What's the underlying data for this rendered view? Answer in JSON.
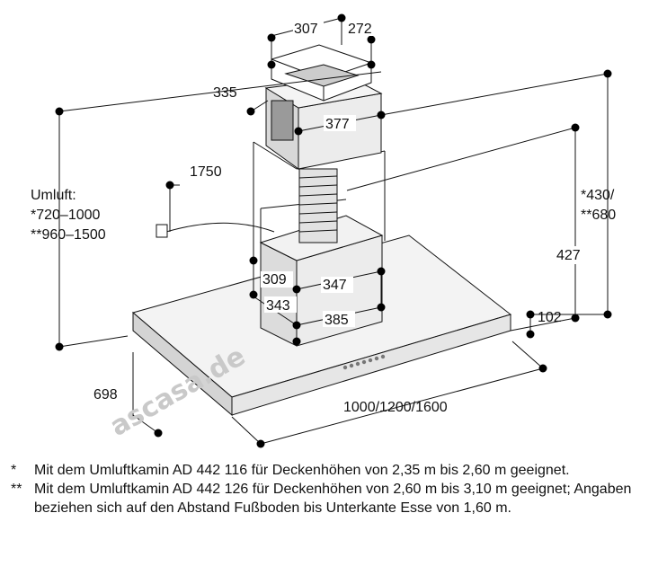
{
  "dimensions": {
    "d307": "307",
    "d272": "272",
    "d335": "335",
    "d377": "377",
    "d1750": "1750",
    "umluft_label": "Umluft:",
    "umluft_1": "*720–1000",
    "umluft_2": "**960–1500",
    "d430": "*430/",
    "d680": "**680",
    "d427": "427",
    "d309": "309",
    "d347": "347",
    "d343": "343",
    "d385": "385",
    "d102": "102",
    "d698": "698",
    "width": "1000/1200/1600"
  },
  "watermark": "ascasa.de",
  "notes": [
    {
      "mark": "*",
      "text": "Mit dem Umluftkamin AD 442 116 für Deckenhöhen von 2,35 m bis 2,60 m geeignet."
    },
    {
      "mark": "**",
      "text": "Mit dem Umluftkamin AD 442 126 für Deckenhöhen von 2,60 m bis 3,10 m geeignet; Angaben beziehen sich auf den Abstand Fußboden bis Unterkante Esse von 1,60 m."
    }
  ]
}
